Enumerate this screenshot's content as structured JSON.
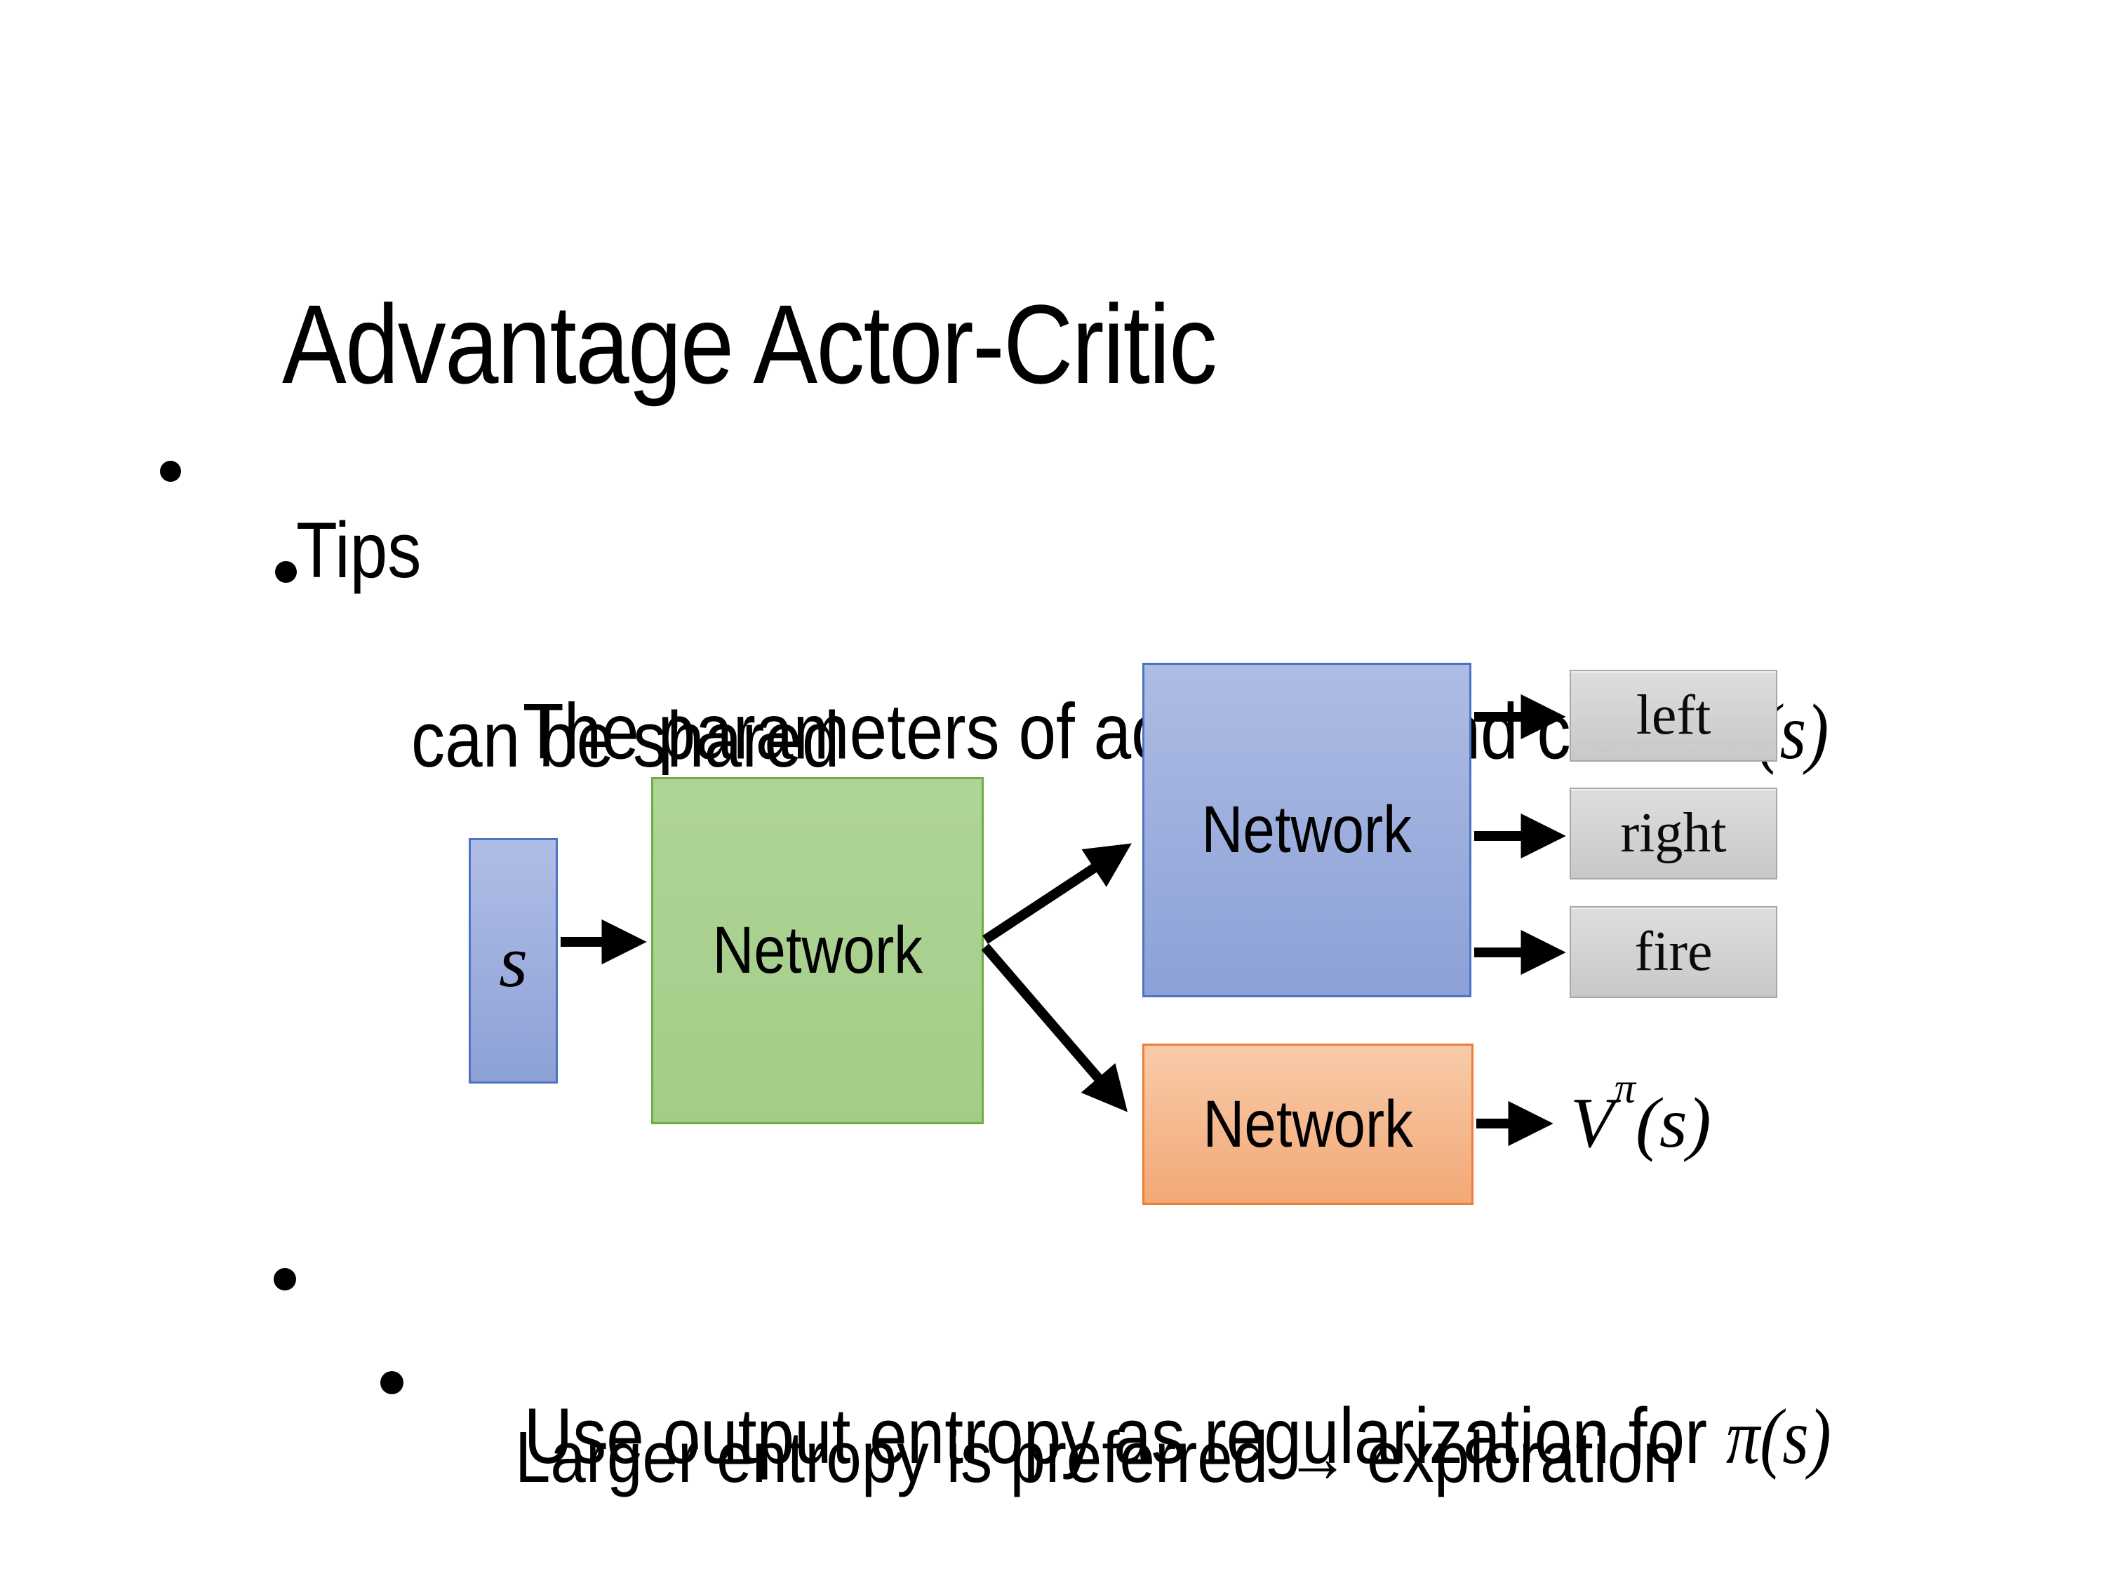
{
  "slide": {
    "title": "Advantage Actor-Critic",
    "bullets": {
      "tips": "Tips",
      "param_pre": "The parameters of actor ",
      "param_math1": "π(s)",
      "param_mid": "  and critic ",
      "param_v": "V",
      "param_v_sup": "π",
      "param_v_args": "(s)",
      "param_line2": "can be shared",
      "entropy_pre": "Use output entropy as regularization for ",
      "entropy_math": "π(s)",
      "exploration": "Larger entropy is preferred → exploration"
    },
    "diagram": {
      "state_label": "s",
      "shared_network_label": "Network",
      "actor_network_label": "Network",
      "critic_network_label": "Network",
      "actions": [
        "left",
        "right",
        "fire"
      ],
      "critic_output_v": "V",
      "critic_output_sup": "π",
      "critic_output_args": "(s)",
      "colors": {
        "state_fill": "#9fb0e0",
        "state_border": "#4a74c4",
        "shared_fill": "#a9d18e",
        "shared_border": "#70ad47",
        "actor_fill": "#9fb0e0",
        "actor_border": "#4a74c4",
        "critic_fill": "#f4b183",
        "critic_border": "#ee7e33",
        "action_fill": "#d3d3d3",
        "action_border": "#a8a8a8",
        "arrow": "#000000"
      }
    }
  }
}
